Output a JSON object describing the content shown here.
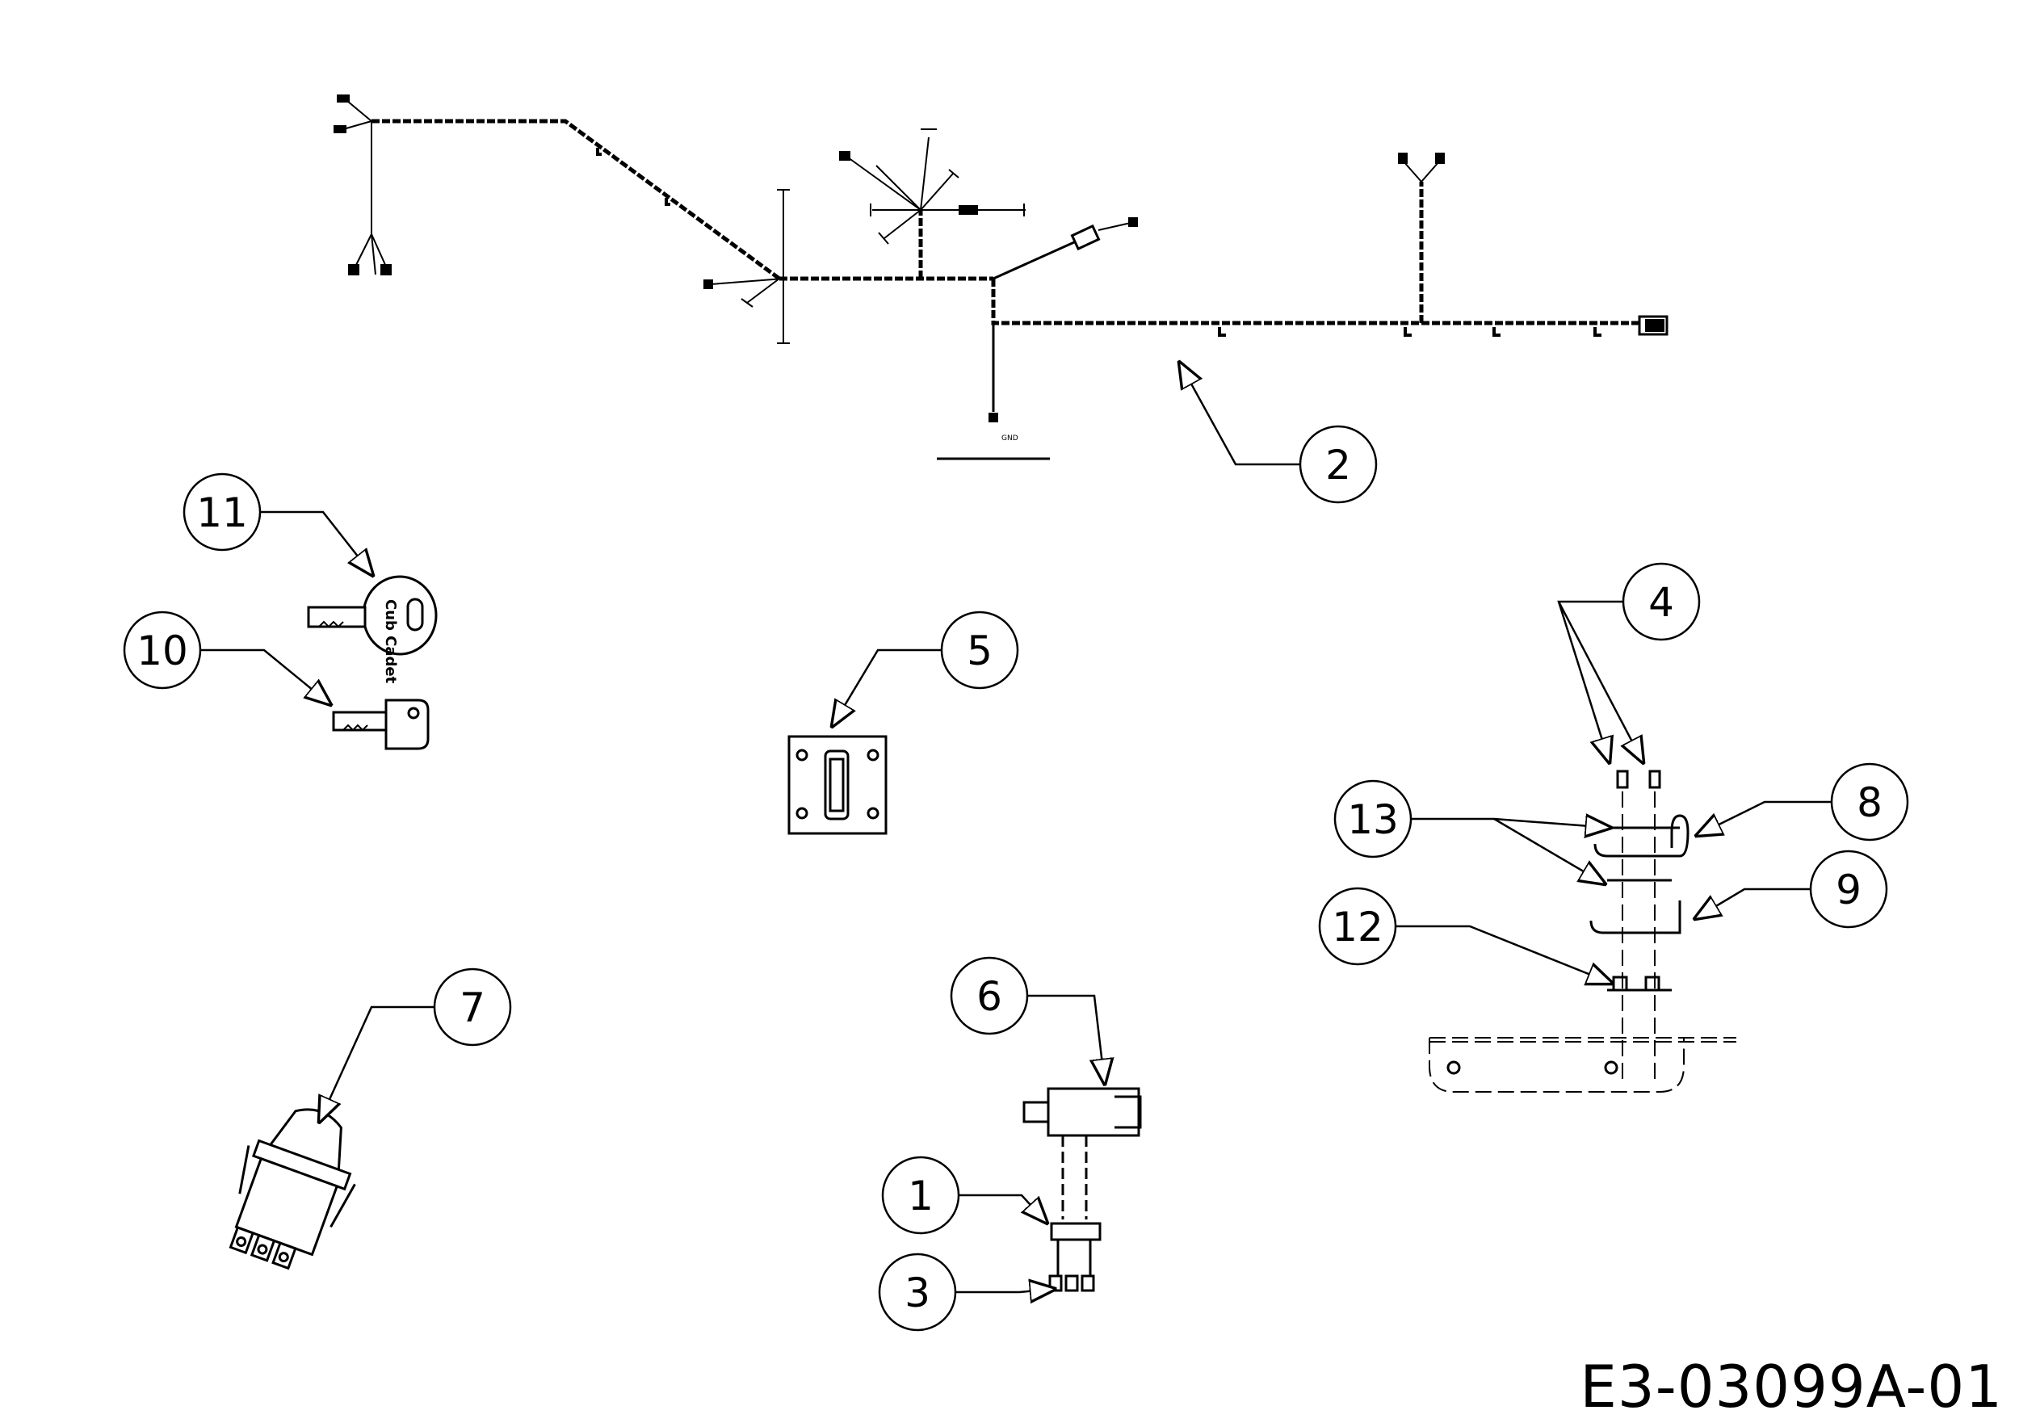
{
  "drawing_code": "E3-03099A-01",
  "callouts": [
    {
      "id": "c1",
      "label": "1"
    },
    {
      "id": "c2",
      "label": "2"
    },
    {
      "id": "c3",
      "label": "3"
    },
    {
      "id": "c4",
      "label": "4"
    },
    {
      "id": "c5",
      "label": "5"
    },
    {
      "id": "c6",
      "label": "6"
    },
    {
      "id": "c7",
      "label": "7"
    },
    {
      "id": "c8",
      "label": "8"
    },
    {
      "id": "c9",
      "label": "9"
    },
    {
      "id": "c10",
      "label": "10"
    },
    {
      "id": "c11",
      "label": "11"
    },
    {
      "id": "c12",
      "label": "12"
    },
    {
      "id": "c13",
      "label": "13"
    }
  ],
  "key_head_logo": "Cub Cadet",
  "ground_tag": "GND"
}
